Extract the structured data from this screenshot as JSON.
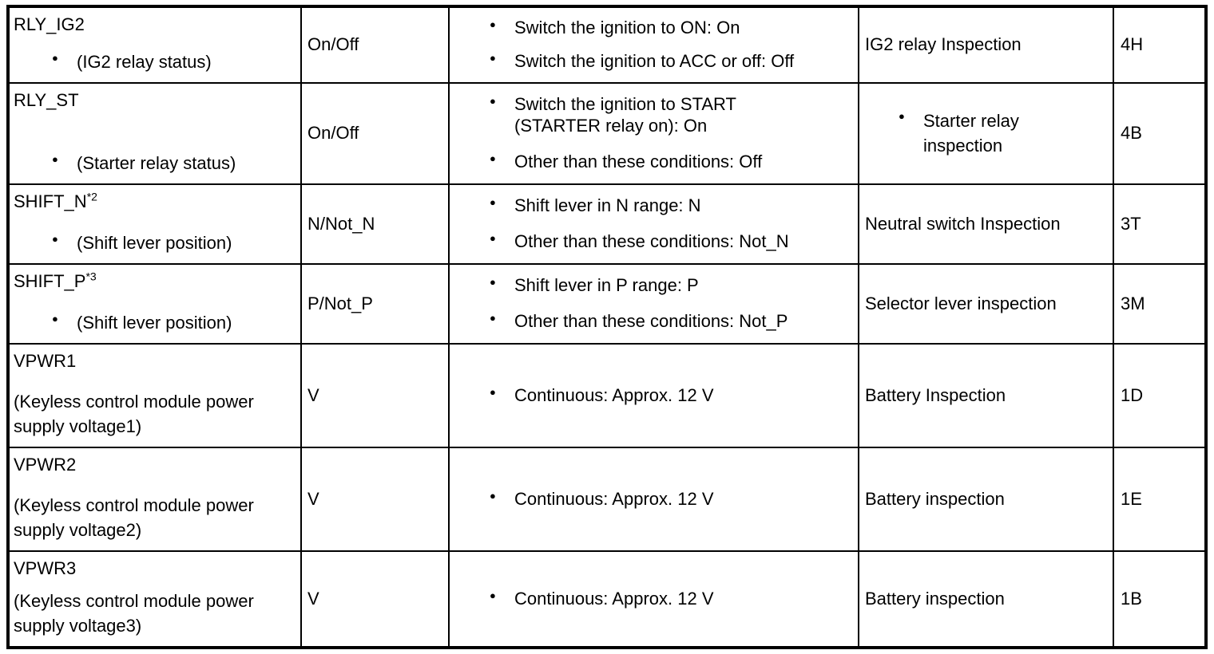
{
  "colors": {
    "background": "#ffffff",
    "border": "#000000",
    "text": "#000000"
  },
  "icons": {
    "bullet": "●"
  },
  "table": {
    "rows": [
      {
        "pid": "RLY_IG2",
        "pid_sup": "",
        "pid_bullet_note": "(IG2 relay status)",
        "unit": "On/Off",
        "conditions": [
          [
            "Switch the ignition to ON: On"
          ],
          [
            "Switch the ignition to ACC or off: Off"
          ]
        ],
        "action": {
          "bulleted": false,
          "lines": [
            "IG2 relay Inspection"
          ]
        },
        "terminal": "4H"
      },
      {
        "pid": "RLY_ST",
        "pid_sup": "",
        "pid_bullet_note": "(Starter relay status)",
        "unit": "On/Off",
        "conditions": [
          [
            "Switch the ignition to START",
            "(STARTER relay on): On"
          ],
          [
            "Other than these conditions: Off"
          ]
        ],
        "action": {
          "bulleted": true,
          "lines": [
            "Starter relay",
            "inspection"
          ]
        },
        "terminal": "4B"
      },
      {
        "pid": "SHIFT_N",
        "pid_sup": "*2",
        "pid_bullet_note": "(Shift lever position)",
        "unit": "N/Not_N",
        "conditions": [
          [
            "Shift lever in N range: N"
          ],
          [
            "Other than these conditions: Not_N"
          ]
        ],
        "action": {
          "bulleted": false,
          "lines": [
            "Neutral switch Inspection"
          ]
        },
        "terminal": "3T"
      },
      {
        "pid": "SHIFT_P",
        "pid_sup": "*3",
        "pid_bullet_note": "(Shift lever position)",
        "unit": "P/Not_P",
        "conditions": [
          [
            "Shift lever in P range: P"
          ],
          [
            "Other than these conditions: Not_P"
          ]
        ],
        "action": {
          "bulleted": false,
          "lines": [
            "Selector lever inspection"
          ]
        },
        "terminal": "3M"
      },
      {
        "pid": "VPWR1",
        "pid_sup": "",
        "pid_desc_lines": [
          "(Keyless control module power",
          "supply voltage1)"
        ],
        "unit": "V",
        "conditions": [
          [
            "Continuous: Approx. 12 V"
          ]
        ],
        "action": {
          "bulleted": false,
          "lines": [
            "Battery Inspection"
          ]
        },
        "terminal": "1D"
      },
      {
        "pid": "VPWR2",
        "pid_sup": "",
        "pid_desc_lines": [
          "(Keyless control module power",
          "supply voltage2)"
        ],
        "unit": "V",
        "conditions": [
          [
            "Continuous: Approx. 12 V"
          ]
        ],
        "action": {
          "bulleted": false,
          "lines": [
            "Battery inspection"
          ]
        },
        "terminal": "1E"
      },
      {
        "pid": "VPWR3",
        "pid_sup": "",
        "pid_desc_lines": [
          "(Keyless control module power",
          "supply voltage3)"
        ],
        "unit": "V",
        "conditions": [
          [
            "Continuous: Approx. 12 V"
          ]
        ],
        "action": {
          "bulleted": false,
          "lines": [
            "Battery inspection"
          ]
        },
        "terminal": "1B"
      }
    ]
  }
}
